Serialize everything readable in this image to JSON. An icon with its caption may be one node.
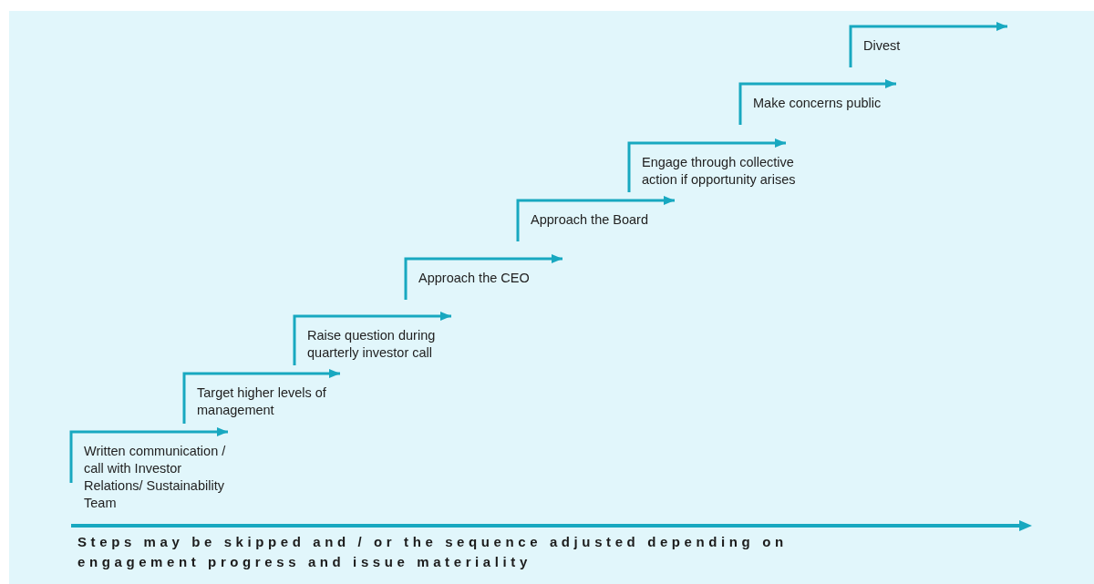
{
  "diagram": {
    "nodes": [
      {
        "text": [
          "Written communication / call with Investor Relations/ Sustainability Team"
        ]
      },
      {
        "text": [
          "Target higher levels of management"
        ]
      },
      {
        "text": [
          "Raise question during quarterly investor call"
        ]
      },
      {
        "text": [
          "Approach the CEO"
        ]
      },
      {
        "text": [
          "Approach the Board"
        ]
      },
      {
        "text": [
          "Engage through collective action if opportunity arises"
        ]
      },
      {
        "text": [
          "Make concerns public"
        ]
      },
      {
        "text": [
          "Divest"
        ]
      }
    ],
    "edges": [
      {
        "from": 0,
        "to": 1,
        "arrow": "to"
      },
      {
        "from": 1,
        "to": 2,
        "arrow": "to"
      },
      {
        "from": 2,
        "to": 3,
        "arrow": "to"
      },
      {
        "from": 3,
        "to": 4,
        "arrow": "to"
      },
      {
        "from": 4,
        "to": 5,
        "arrow": "to"
      },
      {
        "from": 5,
        "to": 6,
        "arrow": "to"
      },
      {
        "from": 6,
        "to": 7,
        "arrow": "to"
      },
      {
        "from": 7,
        "to": null,
        "arrow": "to"
      }
    ],
    "labels": [
      "Steps may be skipped and / or the sequence adjusted depending on engagement progress and issue materiality"
    ]
  }
}
